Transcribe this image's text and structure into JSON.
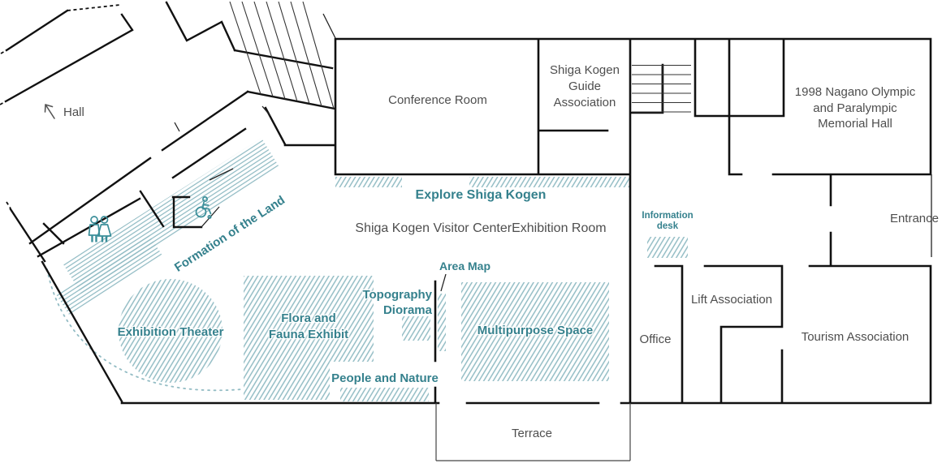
{
  "colors": {
    "teal_text": "#35818d",
    "teal_hatch": "#8cb8c1",
    "teal_icon": "#3a8e99",
    "wall": "#111111",
    "gray_text": "#4e4e4e"
  },
  "labels": {
    "hall": "Hall",
    "conference_room": "Conference Room",
    "guide_association": "Shiga Kogen\nGuide\nAssociation",
    "memorial_hall": "1998 Nagano Olympic\nand Paralympic\nMemorial Hall",
    "entrance": "Entrance",
    "explore": "Explore Shiga Kogen",
    "exhibition_title": "Shiga Kogen Visitor CenterExhibition Room",
    "information_desk": "Information\ndesk",
    "formation": "Formation of the Land",
    "exhibition_theater": "Exhibition Theater",
    "flora": "Flora and\nFauna Exhibit",
    "topography": "Topography\nDiorama",
    "area_map": "Area Map",
    "people": "People and Nature",
    "multipurpose": "Multipurpose Space",
    "office": "Office",
    "lift": "Lift Association",
    "tourism": "Tourism Association",
    "terrace": "Terrace"
  },
  "icons": {
    "hall_arrow": "up-left-arrow-icon",
    "restroom": "male-female-restroom-icon",
    "accessible": "wheelchair-access-icon"
  }
}
